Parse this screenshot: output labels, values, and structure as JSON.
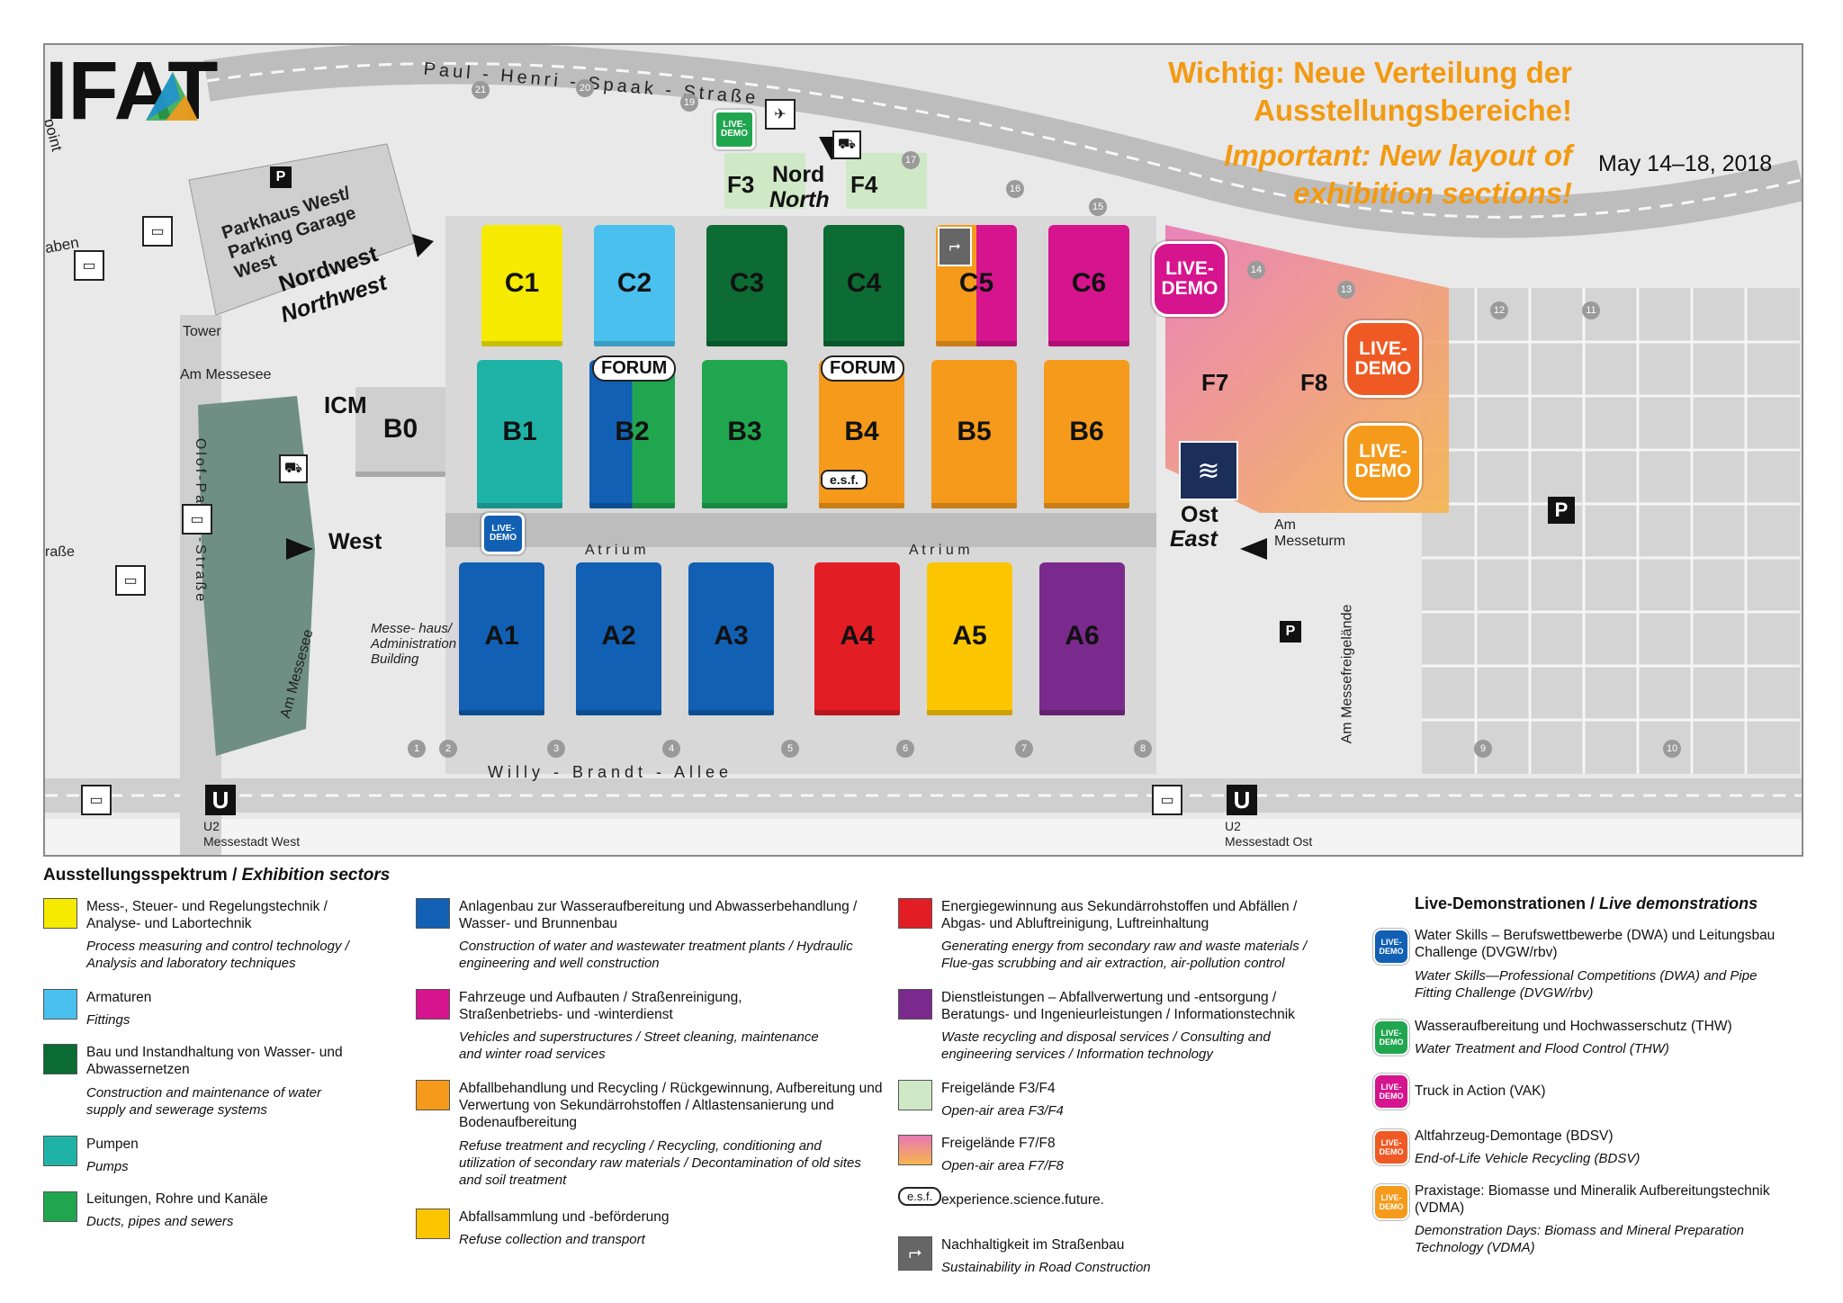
{
  "notice": {
    "de_line1": "Wichtig: Neue Verteilung der",
    "de_line2": "Ausstellungsbereiche!",
    "en_line1": "Important: New layout of",
    "en_line2": "exhibition sections!"
  },
  "brand": {
    "logo": "IFAT",
    "date": "May 14–18, 2018"
  },
  "colors": {
    "yellow": "#f5ea00",
    "lightblue": "#49c0ee",
    "darkgreen": "#0d6b34",
    "teal": "#1fb3a8",
    "green": "#21a650",
    "blue": "#1160b4",
    "magenta": "#d6148e",
    "orange": "#f59a1b",
    "gold": "#fbc600",
    "red": "#e31d24",
    "purple": "#7a2a8c",
    "lightgreen": "#cfe8c6",
    "notice": "#f29a12"
  },
  "halls": {
    "c1": "C1",
    "c2": "C2",
    "c3": "C3",
    "c4": "C4",
    "c5": "C5",
    "c6": "C6",
    "b1": "B1",
    "b2": "B2",
    "b3": "B3",
    "b4": "B4",
    "b5": "B5",
    "b6": "B6",
    "a1": "A1",
    "a2": "A2",
    "a3": "A3",
    "a4": "A4",
    "a5": "A5",
    "a6": "A6",
    "b0": "B0",
    "icm": "ICM",
    "f3": "F3",
    "f4": "F4",
    "f7": "F7",
    "f8": "F8"
  },
  "map_labels": {
    "street_north": "Paul - Henri - Spaak - Straße",
    "street_south": "Willy - Brandt - Allee",
    "street_west": "Olof-Palme-Straße",
    "am_messesee": "Am Messesee",
    "am_messesee2": "Am Messesee",
    "am_messeturm": "Am Messeturm",
    "am_messefreigelaende": "Am Messefreigelände",
    "tower": "Tower",
    "parkhaus": "Parkhaus West/ Parking Garage West",
    "nordwest": "Nordwest",
    "northwest": "Northwest",
    "nord": "Nord",
    "north": "North",
    "west": "West",
    "ost": "Ost",
    "east": "East",
    "atrium1": "A t r i u m",
    "atrium2": "A t r i u m",
    "messehaus": "Messe- haus/ Administration Building",
    "u2_west_line": "U2",
    "u2_west": "Messestadt West",
    "u2_ost_line": "U2",
    "u2_ost": "Messestadt Ost",
    "ubahn": "U",
    "park": "P",
    "forum1": "FORUM",
    "forum2": "FORUM",
    "esf": "e.s.f.",
    "live": "LIVE-DEMO",
    "frag_point": "point",
    "frag_aben": "aben",
    "frag_strasse": "raße"
  },
  "gate_numbers": [
    "1",
    "2",
    "3",
    "4",
    "5",
    "6",
    "7",
    "8",
    "9",
    "10",
    "11",
    "12",
    "13",
    "14",
    "15",
    "16",
    "17",
    "19",
    "20",
    "21"
  ],
  "legend": {
    "title_de": "Ausstellungsspektrum /",
    "title_en": "Exhibition sectors",
    "sectors": [
      {
        "color": "#f5ea00",
        "de": "Mess-, Steuer- und Regelungstechnik / Analyse- und Labortechnik",
        "en": "Process measuring and control technology / Analysis and laboratory techniques"
      },
      {
        "color": "#49c0ee",
        "de": "Armaturen",
        "en": "Fittings"
      },
      {
        "color": "#0d6b34",
        "de": "Bau und Instandhaltung von Wasser- und Abwassernetzen",
        "en": "Construction and maintenance of water supply and sewerage systems"
      },
      {
        "color": "#1fb3a8",
        "de": "Pumpen",
        "en": "Pumps"
      },
      {
        "color": "#21a650",
        "de": "Leitungen, Rohre und Kanäle",
        "en": "Ducts, pipes and sewers"
      },
      {
        "color": "#1160b4",
        "de": "Anlagenbau zur Wasseraufbereitung und Abwasserbehandlung / Wasser- und Brunnenbau",
        "en": "Construction of water and wastewater treatment plants / Hydraulic engineering and well construction"
      },
      {
        "color": "#d6148e",
        "de": "Fahrzeuge und Aufbauten / Straßenreinigung, Straßenbetriebs- und -winterdienst",
        "en": "Vehicles and superstructures / Street cleaning, maintenance and winter road services"
      },
      {
        "color": "#f59a1b",
        "de": "Abfallbehandlung und Recycling / Rückgewinnung, Aufbereitung und Verwertung von Sekundärrohstoffen / Altlastensanierung und Bodenaufbereitung",
        "en": "Refuse treatment and recycling / Recycling, conditioning and utilization of secondary raw materials / Decontamination of old sites and soil treatment"
      },
      {
        "color": "#fbc600",
        "de": "Abfallsammlung und -beförderung",
        "en": "Refuse collection and transport"
      },
      {
        "color": "#e31d24",
        "de": "Energiegewinnung aus Sekundärrohstoffen und Abfällen / Abgas- und Abluftreinigung, Luftreinhaltung",
        "en": "Generating energy from secondary raw and waste materials / Flue-gas scrubbing and air extraction, air-pollution control"
      },
      {
        "color": "#7a2a8c",
        "de": "Dienstleistungen – Abfallverwertung und -entsorgung / Beratungs- und Ingenieurleistungen / Informationstechnik",
        "en": "Waste recycling and disposal services / Consulting and engineering services / Information technology"
      },
      {
        "color": "#cfe8c6",
        "de": "Freigelände F3/F4",
        "en": "Open-air area F3/F4"
      },
      {
        "color": "gradient",
        "de": "Freigelände F7/F8",
        "en": "Open-air area F7/F8"
      },
      {
        "color": "esf",
        "de": "experience.science.future.",
        "en": ""
      },
      {
        "color": "road",
        "de": "Nachhaltigkeit im Straßenbau",
        "en": "Sustainability in Road Construction"
      }
    ],
    "live_title_de": "Live-Demonstrationen /",
    "live_title_en": "Live demonstrations",
    "live": [
      {
        "color": "#1160b4",
        "de": "Water Skills – Berufswettbewerbe (DWA) und Leitungsbau Challenge (DVGW/rbv)",
        "en": "Water Skills—Professional Competitions (DWA) and Pipe Fitting Challenge (DVGW/rbv)"
      },
      {
        "color": "#21a650",
        "de": "Wasseraufbereitung und Hochwasserschutz (THW)",
        "en": "Water Treatment and Flood Control (THW)"
      },
      {
        "color": "#d6148e",
        "de": "Truck in Action (VAK)",
        "en": ""
      },
      {
        "color": "#ef5a24",
        "de": "Altfahrzeug-Demontage (BDSV)",
        "en": "End-of-Life Vehicle Recycling (BDSV)"
      },
      {
        "color": "#f59a1b",
        "de": "Praxistage: Biomasse und Mineralik Aufbereitungstechnik (VDMA)",
        "en": "Demonstration Days: Biomass and Mineral Preparation Technology (VDMA)"
      }
    ],
    "live_icon": "LIVE-DEMO"
  }
}
